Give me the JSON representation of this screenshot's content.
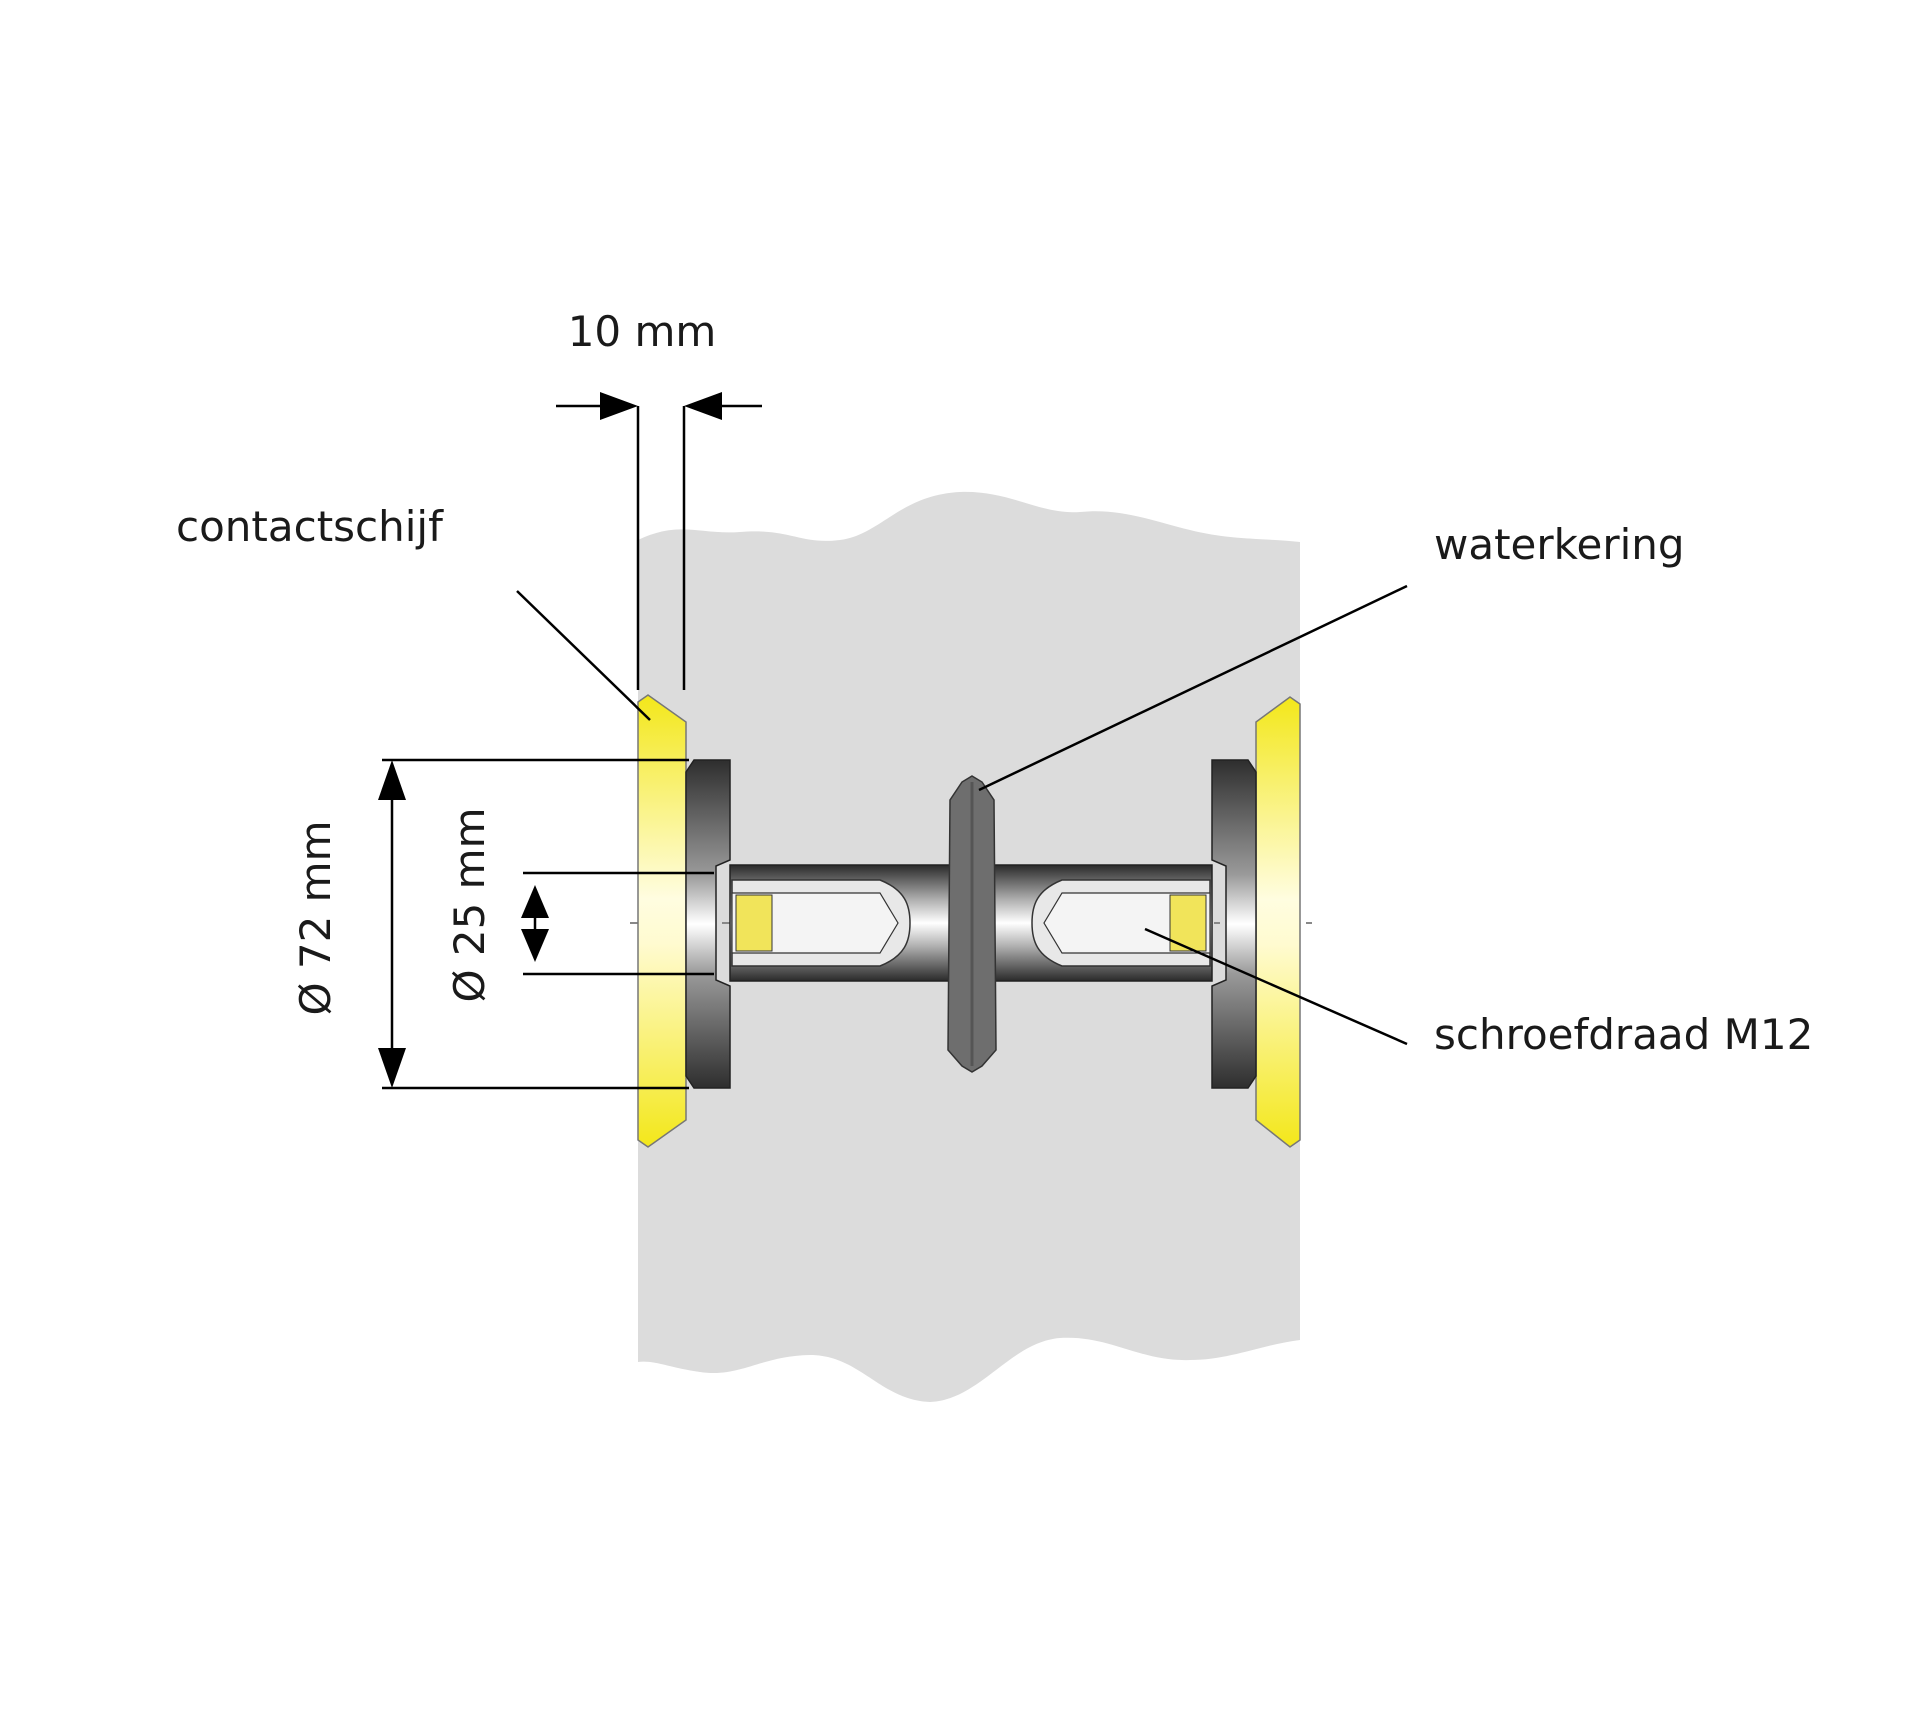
{
  "labels": {
    "width_dim": "10 mm",
    "contact_disc": "contactschijf",
    "water_stop": "waterkering",
    "thread": "schroefdraad M12",
    "outer_diameter": "Ø 72 mm",
    "inner_diameter": "Ø 25 mm"
  },
  "colors": {
    "wall": "#dcdcdc",
    "disc_yellow": "#f5eb1e",
    "metal_dark": "#555555",
    "seal": "#6e6e6e"
  }
}
